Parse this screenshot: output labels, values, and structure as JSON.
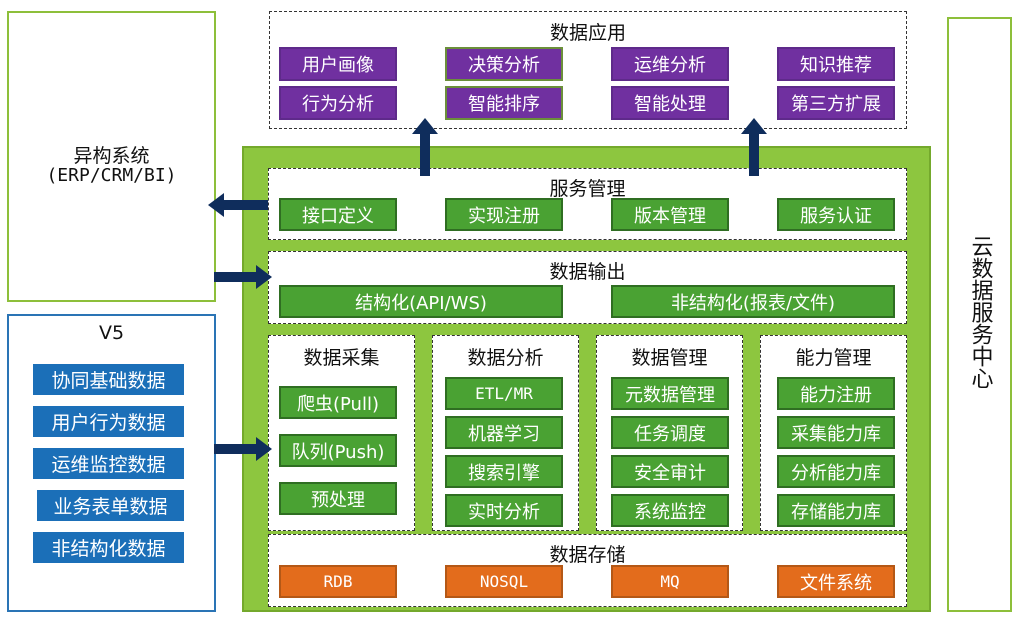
{
  "hetero": {
    "title": "异构系统",
    "subtitle": "(ERP/CRM/BI)"
  },
  "v5": {
    "title": "V5",
    "items": [
      "协同基础数据",
      "用户行为数据",
      "运维监控数据",
      "业务表单数据",
      "非结构化数据"
    ]
  },
  "cloud": {
    "label": "云数据服务中心"
  },
  "data_app": {
    "title": "数据应用",
    "items": [
      "用户画像",
      "决策分析",
      "运维分析",
      "知识推荐",
      "行为分析",
      "智能排序",
      "智能处理",
      "第三方扩展"
    ]
  },
  "service_mgmt": {
    "title": "服务管理",
    "items": [
      "接口定义",
      "实现注册",
      "版本管理",
      "服务认证"
    ]
  },
  "data_output": {
    "title": "数据输出",
    "items": [
      "结构化(API/WS)",
      "非结构化(报表/文件)"
    ]
  },
  "collect": {
    "title": "数据采集",
    "items": [
      "爬虫(Pull)",
      "队列(Push)",
      "预处理"
    ]
  },
  "analysis": {
    "title": "数据分析",
    "items": [
      "ETL/MR",
      "机器学习",
      "搜索引擎",
      "实时分析"
    ]
  },
  "management": {
    "title": "数据管理",
    "items": [
      "元数据管理",
      "任务调度",
      "安全审计",
      "系统监控"
    ]
  },
  "capability": {
    "title": "能力管理",
    "items": [
      "能力注册",
      "采集能力库",
      "分析能力库",
      "存储能力库"
    ]
  },
  "storage": {
    "title": "数据存储",
    "items": [
      "RDB",
      "NOSQL",
      "MQ",
      "文件系统"
    ]
  },
  "colors": {
    "purple": "#7030a0",
    "green": "#4aa233",
    "orange": "#e36c1c",
    "blue": "#1b6fb8",
    "frame_green": "#8dc63f",
    "arrow": "#0f2d5c"
  }
}
